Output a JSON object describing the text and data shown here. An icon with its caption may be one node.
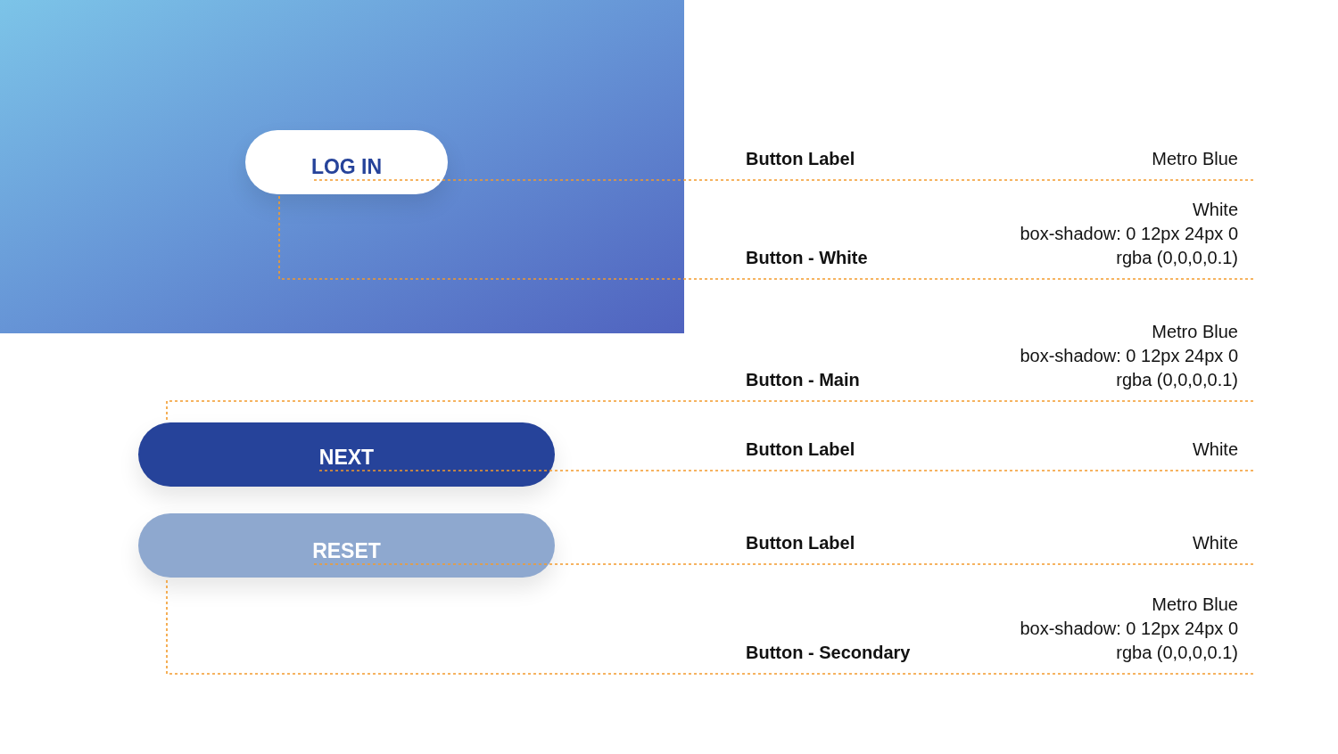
{
  "diagram": {
    "nodes": [
      {
        "text": [],
        "shape": "box"
      },
      {
        "text": [
          "LOG IN"
        ],
        "in": 0
      },
      {
        "text": [
          "Button Label",
          "Metro Blue"
        ]
      },
      {
        "text": [
          "Button - White",
          "White",
          "box-shadow: 0 12px 24px 0 rgba (0,0,0,0.1)"
        ]
      },
      {
        "text": [
          "Button - Main",
          "Metro Blue",
          "box-shadow: 0 12px 24px 0 rgba (0,0,0,0.1)"
        ]
      },
      {
        "text": [],
        "shape": "box"
      },
      {
        "text": [
          "NEXT"
        ],
        "in": 5
      },
      {
        "text": [
          "Button Label",
          "White"
        ]
      },
      {
        "text": [],
        "shape": "box"
      },
      {
        "text": [
          "RESET"
        ],
        "in": 8
      },
      {
        "text": [
          "Button Label",
          "White"
        ]
      },
      {
        "text": [
          "Button - Secondary",
          "Metro Blue",
          "box-shadow: 0 12px 24px 0 rgba (0,0,0,0.1)"
        ]
      }
    ],
    "edges": [
      {
        "from": 2,
        "to": 1,
        "arrow": "none"
      },
      {
        "from": 3,
        "to": 0,
        "arrow": "none"
      },
      {
        "from": 4,
        "to": 5,
        "arrow": "none"
      },
      {
        "from": 7,
        "to": 6,
        "arrow": "none"
      },
      {
        "from": 10,
        "to": 9,
        "arrow": "none"
      },
      {
        "from": 11,
        "to": 8,
        "arrow": "none"
      }
    ]
  }
}
